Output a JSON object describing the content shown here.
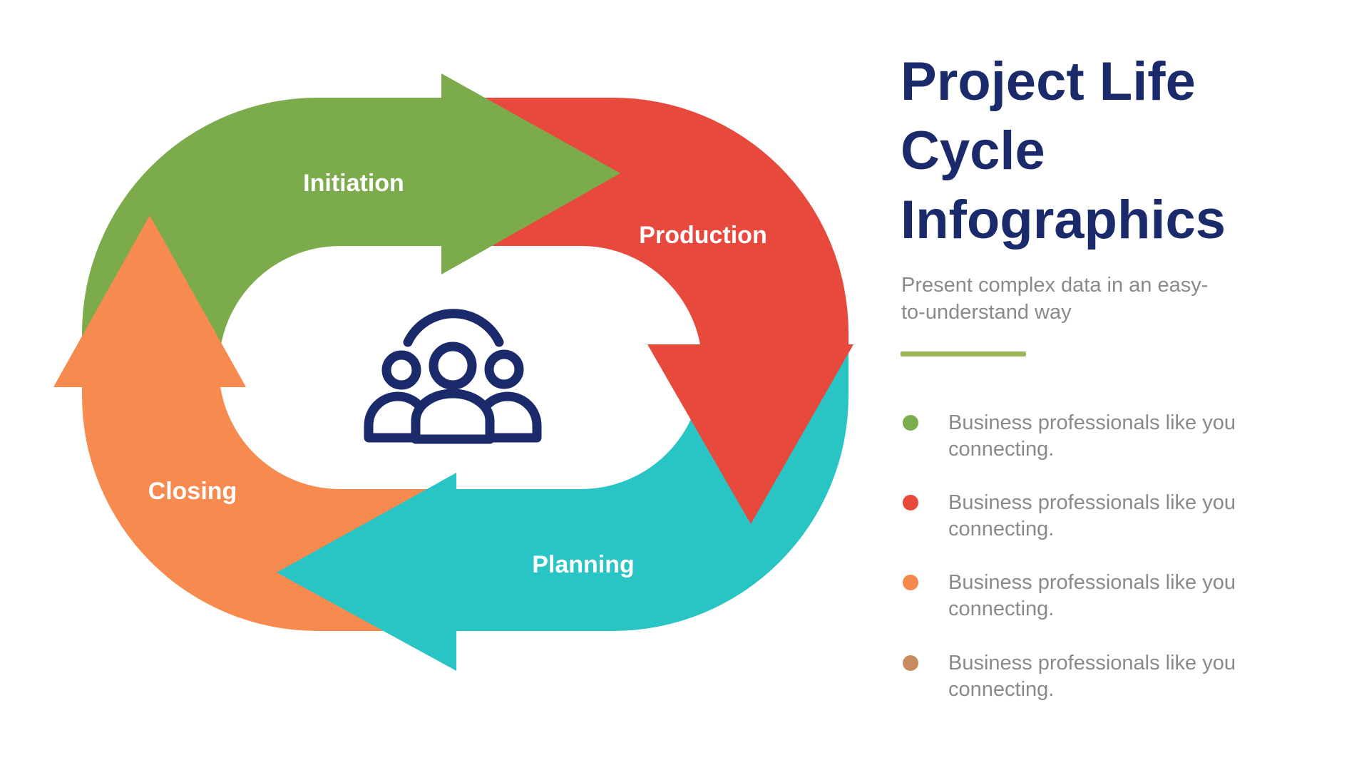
{
  "page": {
    "background_color": "#ffffff",
    "accent_navy": "#1B2A6B",
    "text_gray": "#8A8A8D"
  },
  "diagram": {
    "center_icon": "people-group-icon",
    "icon_color": "#1B2A6B",
    "segments": [
      {
        "id": "initiation",
        "label": "Initiation",
        "color": "#7CAB4C"
      },
      {
        "id": "production",
        "label": "Production",
        "color": "#E8493D"
      },
      {
        "id": "planning",
        "label": "Planning",
        "color": "#29C4C4"
      },
      {
        "id": "closing",
        "label": "Closing",
        "color": "#F78B4F"
      }
    ]
  },
  "sidebar": {
    "title": "Project Life Cycle Infographics",
    "title_lines": [
      "Project Life",
      "Cycle",
      "Infographics"
    ],
    "title_color": "#1B2A6B",
    "subtitle": "Present complex data in an easy-to-understand way",
    "subtitle_lines": [
      "Present complex data in an easy-",
      "to-understand way"
    ],
    "divider_color": "#9DB457",
    "bullets": [
      {
        "dot_color": "#7CAE50",
        "text": "Business professionals like you connecting."
      },
      {
        "dot_color": "#E8473C",
        "text": "Business professionals like you connecting."
      },
      {
        "dot_color": "#F5884D",
        "text": "Business professionals like you connecting."
      },
      {
        "dot_color": "#C98A60",
        "text": "Business professionals like you connecting."
      }
    ]
  }
}
